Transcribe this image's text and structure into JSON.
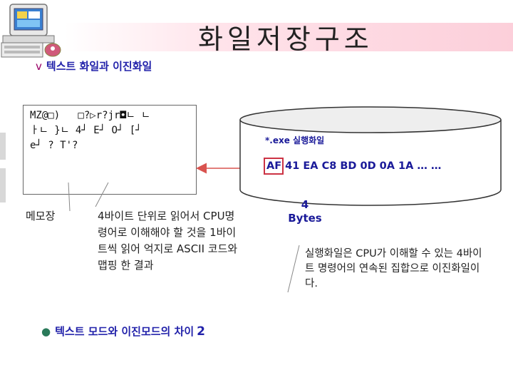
{
  "title": "화일저장구조",
  "subtitle": {
    "bullet": "v",
    "text": "텍스트 화일과 이진화일"
  },
  "notepad": {
    "lines": [
      "MZ@□)   □?▷r?jr◘ㄴ ㄴ",
      "ㅏㄴ }ㄴ 4┘ E┘ O┘ [┘",
      "e┘ ? T'?"
    ]
  },
  "exe_label": "*.exe 실행화일",
  "hex_bytes": "AF 41 EA C8 BD 0D 0A 1A … …",
  "bytes_label": {
    "number": "4",
    "unit": "Bytes"
  },
  "memo_label": "메모장",
  "explain_left": "4바이트 단위로 읽어서 CPU명령어로 이해해야 할 것을 1바이트씩 읽어 억지로 ASCII 코드와 맵핑 한 결과",
  "explain_right": "실행화일은 CPU가 이해할 수 있는 4바이트 명령어의 연속된 집합으로 이진화일이다.",
  "footnote": {
    "text": "텍스트 모드와 이진모드의 차이",
    "number": "2"
  },
  "colors": {
    "accent_blue": "#1a1a99",
    "highlight_red": "#cc3344",
    "arrow_red": "#d9534f",
    "title_band": "#fccfda"
  }
}
